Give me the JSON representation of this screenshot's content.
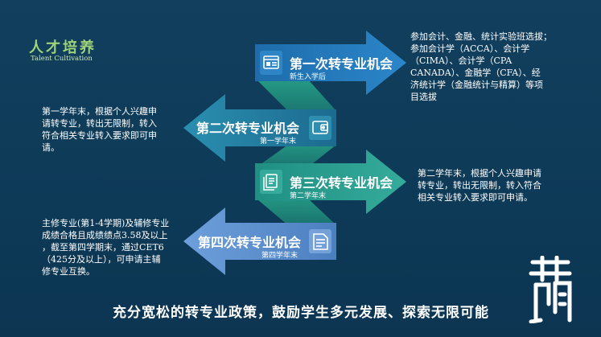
{
  "brand": {
    "title": "人才培养",
    "subtitle": "Talent Cultivation"
  },
  "colors": {
    "background": "#0f3b55",
    "arrow1_dark": "#155b95",
    "arrow1_light": "#2b82c4",
    "arrow2_dark": "#1a6f93",
    "arrow2_light": "#3596b4",
    "arrow3_dark": "#1d8578",
    "arrow3_light": "#33a999",
    "arrow4_dark": "#4a7ec2",
    "arrow4_light": "#7aa6de",
    "connector": "#2ea18b",
    "brand_green": "#9ed37a"
  },
  "opportunities": [
    {
      "title": "第一次转专业机会",
      "time": "新生入学后",
      "icon": "web-window-icon",
      "description": "参加会计、金融、统计实验班选拔；\n参加会计学（ACCA）、会计学\n（CIMA）、会计学（CPA\nCANADA）、金融学（CFA）、经\n济统计学（金融统计与精算）等项\n目选拔"
    },
    {
      "title": "第二次转专业机会",
      "time": "第一学年末",
      "icon": "wallet-icon",
      "description": "第一学年末，根据个人兴趣申\n请转专业，转出无限制，转入\n符合相关专业转入要求即可申\n请。"
    },
    {
      "title": "第三次转专业机会",
      "time": "第二学年末",
      "icon": "documents-icon",
      "description": "第二学年末，根据个人兴趣申请\n转专业，转出无限制，转入符合\n相关专业转入要求即可申请。"
    },
    {
      "title": "第四次转专业机会",
      "time": "第四学年末",
      "icon": "document-lines-icon",
      "description": "主修专业(第1-4学期)及辅修专业\n成绩合格且成绩绩点3.58及以上\n，截至第四学期末，通过CET6\n（425分及以上），可申请主辅\n修专业互换。"
    }
  ],
  "tagline": "充分宽松的转专业政策，鼓励学生多元发展、探索无限可能"
}
